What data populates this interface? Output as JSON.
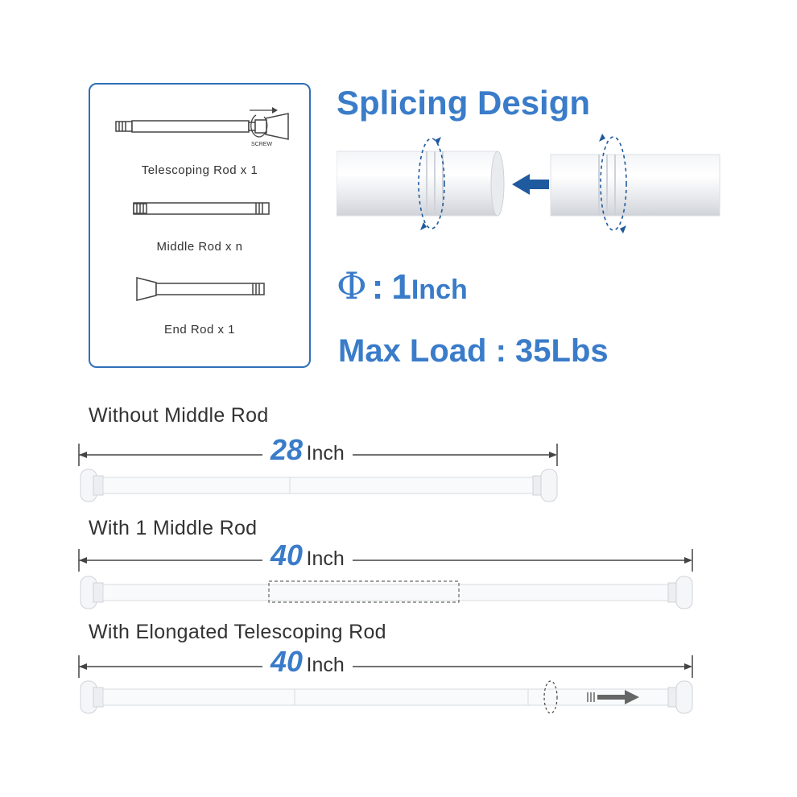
{
  "parts": {
    "telescoping": {
      "label": "Telescoping Rod x 1",
      "screw_label": "SCREW"
    },
    "middle": {
      "label": "Middle Rod x n"
    },
    "end": {
      "label": "End Rod x 1"
    }
  },
  "splicing": {
    "title": "Splicing Design"
  },
  "diameter": {
    "symbol": "Φ",
    "colon": ":",
    "value": "1",
    "unit": "Inch"
  },
  "max_load": {
    "text": "Max Load : 35Lbs"
  },
  "configs": [
    {
      "label": "Without Middle Rod",
      "length": "28",
      "unit": "Inch"
    },
    {
      "label": "With 1 Middle Rod",
      "length": "40",
      "unit": "Inch"
    },
    {
      "label": "With Elongated Telescoping Rod",
      "length": "40",
      "unit": "Inch"
    }
  ],
  "colors": {
    "accent": "#3a7cc9",
    "border": "#2f6fb8",
    "arrow": "#1f5a9e"
  }
}
